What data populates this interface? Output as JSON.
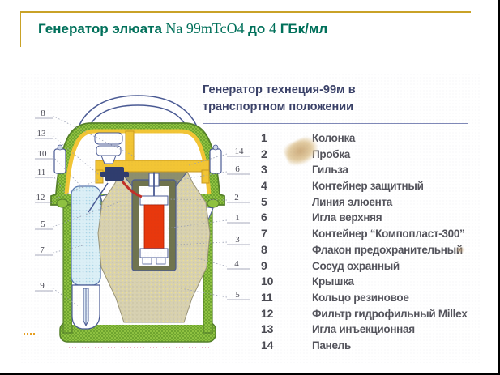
{
  "title": {
    "prefix": "Генератор элюата",
    "formula": " Na 99mTcO4 ",
    "mid": " до ",
    "dose": "4",
    "unit": " ГБк/мл"
  },
  "subtitle": {
    "line1": "Генератор технеция-99м в",
    "line2": "транспортном положении"
  },
  "legend": {
    "items": [
      {
        "num": "1",
        "label": "Колонка"
      },
      {
        "num": "2",
        "label": "Пробка"
      },
      {
        "num": "3",
        "label": "Гильза"
      },
      {
        "num": "4",
        "label": "Контейнер защитный"
      },
      {
        "num": "5",
        "label": "Линия элюента"
      },
      {
        "num": "6",
        "label": "Игла верхняя"
      },
      {
        "num": "7",
        "label": "Контейнер “Компопласт-300”"
      },
      {
        "num": "8",
        "label": "Флакон предохранительный"
      },
      {
        "num": "9",
        "label": "Сосуд охранный"
      },
      {
        "num": "10",
        "label": "Крышка"
      },
      {
        "num": "11",
        "label": "Кольцо резиновое"
      },
      {
        "num": "12",
        "label": "Фильтр гидрофильный Millex"
      },
      {
        "num": "13",
        "label": "Игла инъекционная"
      },
      {
        "num": "14",
        "label": "Панель"
      }
    ]
  },
  "callouts": {
    "left": [
      "8",
      "13",
      "10",
      "11",
      "12",
      "5",
      "7",
      "9"
    ],
    "right": [
      "14",
      "6",
      "2",
      "1",
      "3",
      "4",
      "5"
    ]
  },
  "colors": {
    "title_green": "#00705a",
    "gold_line": "#c9a227",
    "subtitle_navy": "#3a4168",
    "body_green": "#8fc241",
    "frame_yellow": "#f2c535",
    "column_red": "#e8380d",
    "sleeve_olive": "#70744e",
    "shield_tan": "#d7d1b2",
    "container_cyan": "#dbeff6",
    "outline_navy": "#4a5a94"
  }
}
